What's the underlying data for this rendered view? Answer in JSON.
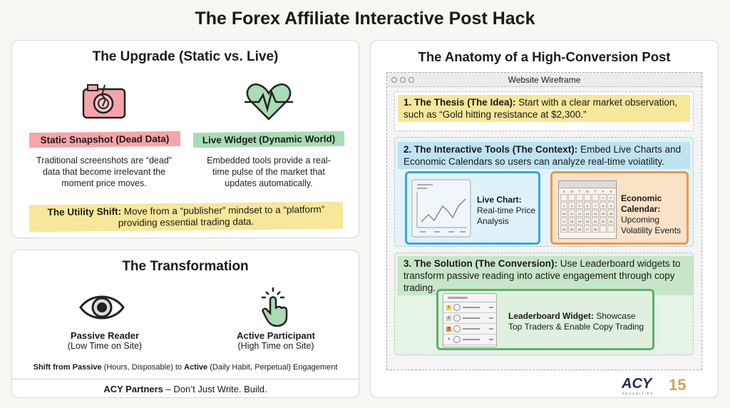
{
  "title": "The Forex Affiliate Interactive Post Hack",
  "upgrade": {
    "heading": "The Upgrade (Static vs. Live)",
    "static_label": "Static Snapshot (Dead Data)",
    "static_desc": "Traditional screenshots are “dead” data that become irrelevant the moment price moves.",
    "live_label": "Live Widget (Dynamic World)",
    "live_desc": "Embedded tools provide a real-time pulse of the market that updates automatically.",
    "shift_bold": "The Utility Shift:",
    "shift_text": " Move from a “publisher” mindset to a “platform” providing essential trading data."
  },
  "transformation": {
    "heading": "The Transformation",
    "passive_title": "Passive Reader",
    "passive_sub": "(Low Time on Site)",
    "active_title": "Active Participant",
    "active_sub": "(High Time on Site)",
    "shift_b1": "Shift from Passive",
    "shift_t1": " (Hours, Disposable) to ",
    "shift_b2": "Active",
    "shift_t2": " (Daily Habit, Perpetual) Engagement",
    "footer_bold": "ACY Partners",
    "footer_text": " – Don’t Just Write. Build."
  },
  "anatomy": {
    "heading": "The Anatomy of a High-Conversion Post",
    "window_title": "Website Wireframe",
    "s1_bold": "1. The Thesis (The Idea):",
    "s1_text": " Start with a clear market observation, such as “Gold hitting resistance at $2,300.”",
    "s2_bold": "2. The Interactive Tools (The Context):",
    "s2_text": " Embed Live Charts and Economic Calendars so users can analyze real-time voiatility.",
    "chart_bold": "Live Chart:",
    "chart_text": "Real-time Price Analysis",
    "cal_bold": "Economic Calendar:",
    "cal_text": "Upcoming Volatility Events",
    "cal_days": [
      "S",
      "M",
      "T",
      "W",
      "T",
      "F",
      "S"
    ],
    "s3_bold": "3. The Solution (The Conversion):",
    "s3_text": " Use Leaderboard widgets to transform passive reading into active engagement through copy trading.",
    "lb_bold": "Leaderboard Widget:",
    "lb_text": " Showcase Top Traders & Enable Copy Trading",
    "lb_ranks": [
      "1",
      "2",
      "3",
      "4"
    ]
  },
  "logo": {
    "brand": "ACY",
    "sub": "SECURITIES",
    "years": "15"
  },
  "colors": {
    "red": "#f4a5a8",
    "green": "#a8dcb4",
    "yellow": "#f6e79a",
    "blue": "#bfe3f2",
    "orange": "#f6d5b0"
  }
}
